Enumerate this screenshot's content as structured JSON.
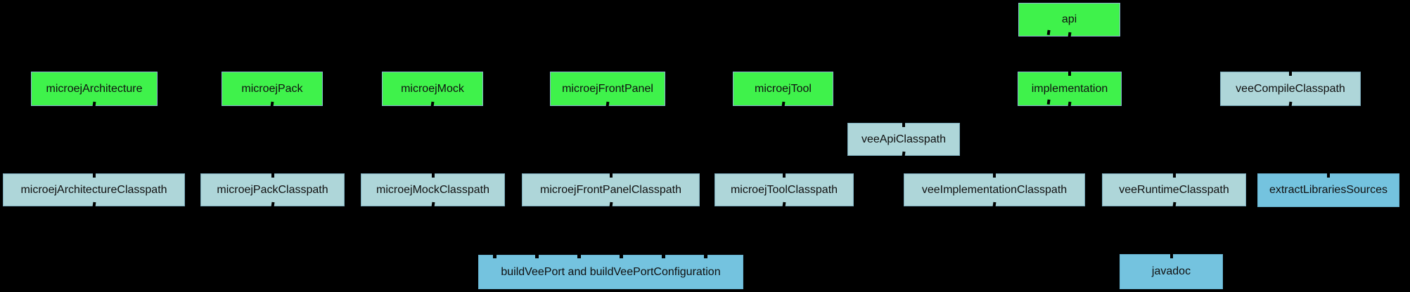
{
  "diagram": {
    "background": "#000000",
    "colors": {
      "configuration_fill": "#3ff24b",
      "configuration_border": "#8cb4d2",
      "classpath_fill": "#aed6d9",
      "classpath_border": "#79aabb",
      "task_fill": "#74c3df",
      "task_border": "#66b1cf",
      "text": "#101010"
    },
    "nodes": {
      "api": {
        "label": "api",
        "type": "configuration"
      },
      "microejArchitecture": {
        "label": "microejArchitecture",
        "type": "configuration"
      },
      "microejPack": {
        "label": "microejPack",
        "type": "configuration"
      },
      "microejMock": {
        "label": "microejMock",
        "type": "configuration"
      },
      "microejFrontPanel": {
        "label": "microejFrontPanel",
        "type": "configuration"
      },
      "microejTool": {
        "label": "microejTool",
        "type": "configuration"
      },
      "implementation": {
        "label": "implementation",
        "type": "configuration"
      },
      "veeCompileClasspath": {
        "label": "veeCompileClasspath",
        "type": "classpath"
      },
      "veeApiClasspath": {
        "label": "veeApiClasspath",
        "type": "classpath"
      },
      "microejArchitectureClasspath": {
        "label": "microejArchitectureClasspath",
        "type": "classpath"
      },
      "microejPackClasspath": {
        "label": "microejPackClasspath",
        "type": "classpath"
      },
      "microejMockClasspath": {
        "label": "microejMockClasspath",
        "type": "classpath"
      },
      "microejFrontPanelClasspath": {
        "label": "microejFrontPanelClasspath",
        "type": "classpath"
      },
      "microejToolClasspath": {
        "label": "microejToolClasspath",
        "type": "classpath"
      },
      "veeImplementationClasspath": {
        "label": "veeImplementationClasspath",
        "type": "classpath"
      },
      "veeRuntimeClasspath": {
        "label": "veeRuntimeClasspath",
        "type": "classpath"
      },
      "extractLibrariesSources": {
        "label": "extractLibrariesSources",
        "type": "task"
      },
      "buildVeePort": {
        "label": "buildVeePort and buildVeePortConfiguration",
        "type": "task"
      },
      "javadoc": {
        "label": "javadoc",
        "type": "task"
      }
    }
  }
}
